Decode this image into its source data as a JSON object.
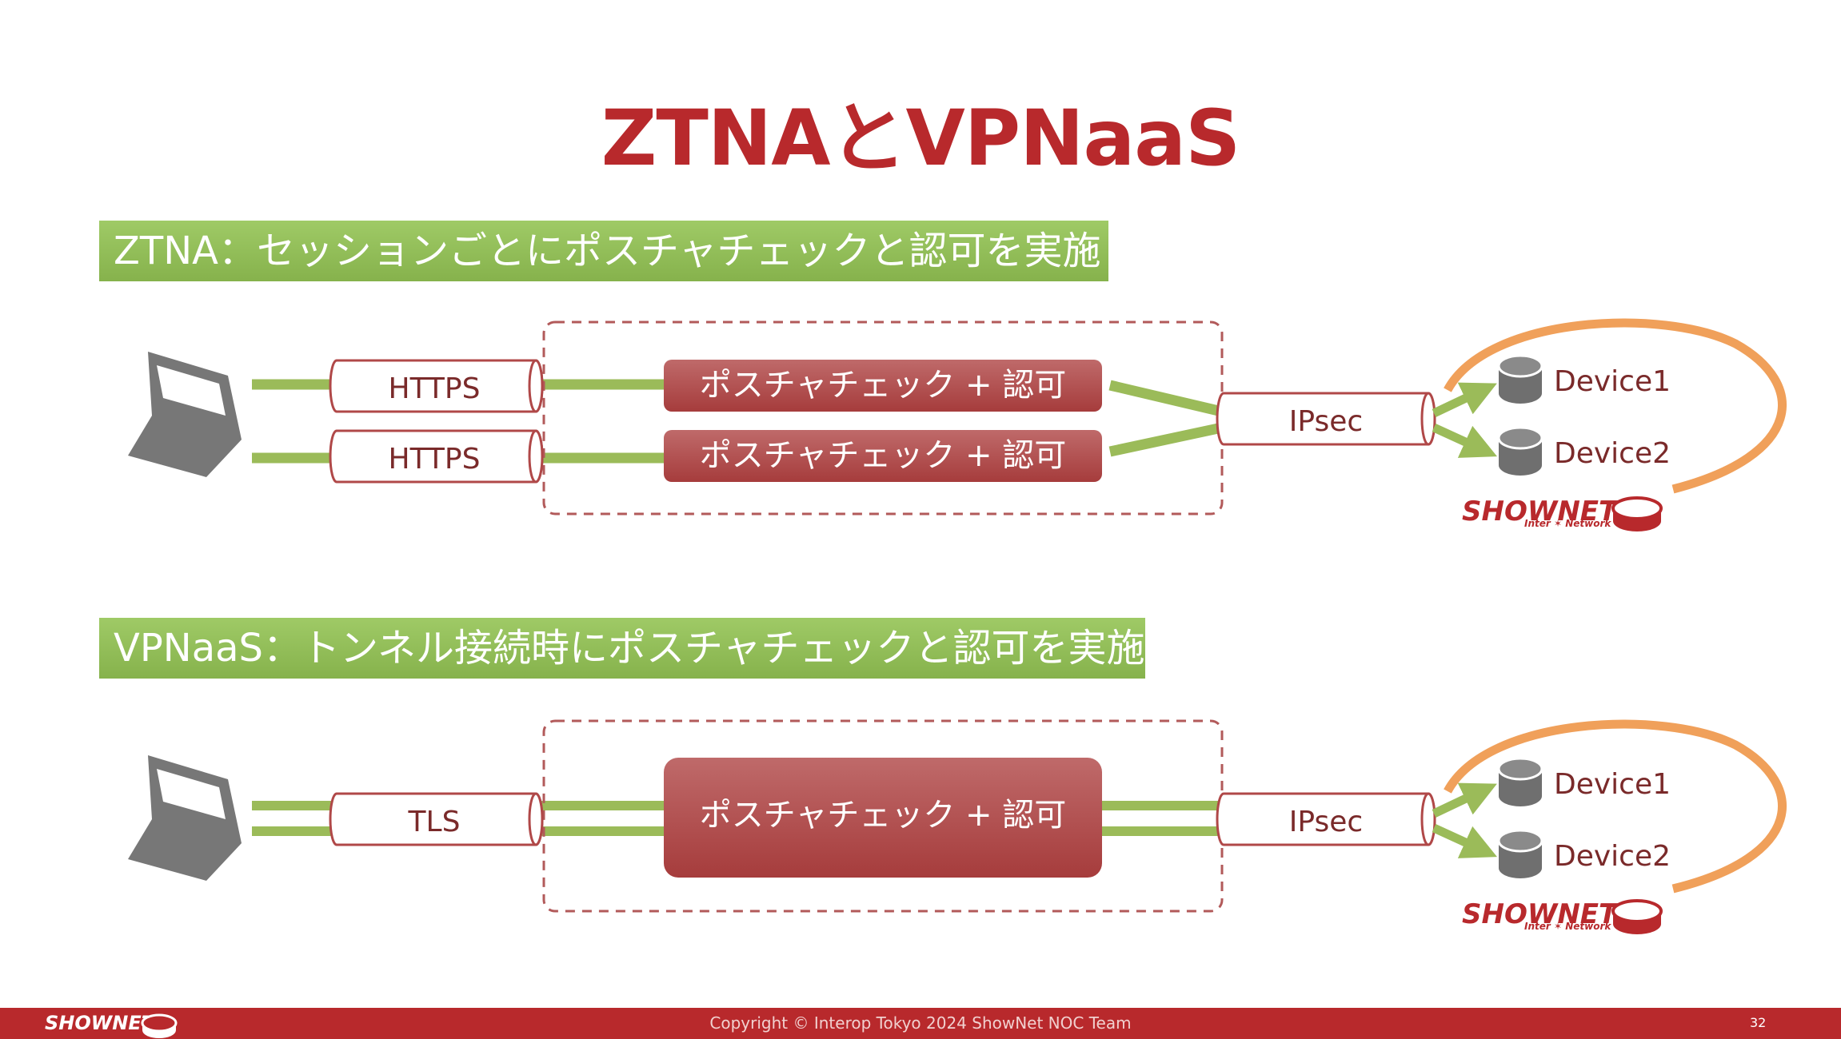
{
  "title": "ZTNAとVPNaaS",
  "sections": {
    "ztna": {
      "header": "ZTNA：セッションごとにポスチャチェックと認可を実施",
      "tunnels": [
        "HTTPS",
        "HTTPS"
      ],
      "checks": [
        "ポスチャチェック + 認可",
        "ポスチャチェック + 認可"
      ],
      "ipsec": "IPsec",
      "devices": [
        "Device1",
        "Device2"
      ]
    },
    "vpnaas": {
      "header": "VPNaaS：トンネル接続時にポスチャチェックと認可を実施",
      "tunnel": "TLS",
      "check": "ポスチャチェック + 認可",
      "ipsec": "IPsec",
      "devices": [
        "Device1",
        "Device2"
      ]
    }
  },
  "logo": {
    "word": "SHOWNET",
    "sub": "Inter ✶ Network"
  },
  "footer": {
    "copyright": "Copyright © Interop Tokyo 2024 ShowNet NOC Team",
    "page": "32"
  },
  "colors": {
    "brand_red": "#b8292c",
    "green_link": "#9bbb59",
    "orange_arc": "#f0a05a",
    "box_red": "#b04848",
    "device_gray": "#6f6f6f"
  },
  "icons": [
    "laptop-icon",
    "database-icon",
    "shownet-logo-icon"
  ]
}
